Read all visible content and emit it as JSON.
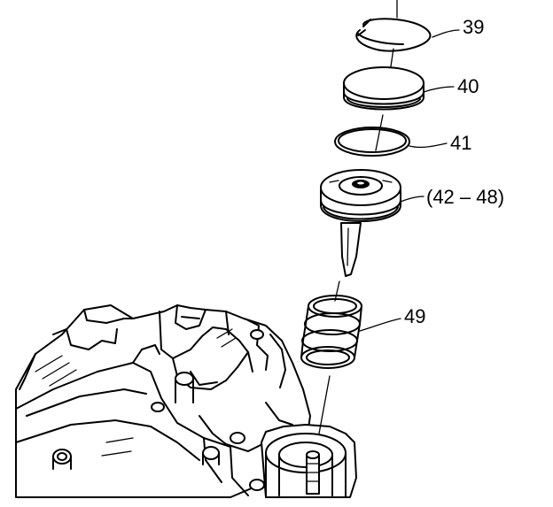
{
  "callouts": [
    {
      "id": "39",
      "text": "39"
    },
    {
      "id": "40",
      "text": "40"
    },
    {
      "id": "41",
      "text": "41"
    },
    {
      "id": "42-48",
      "text": "(42 – 48)"
    },
    {
      "id": "49",
      "text": "49"
    }
  ],
  "colors": {
    "ink": "#000000",
    "paper": "#ffffff"
  }
}
